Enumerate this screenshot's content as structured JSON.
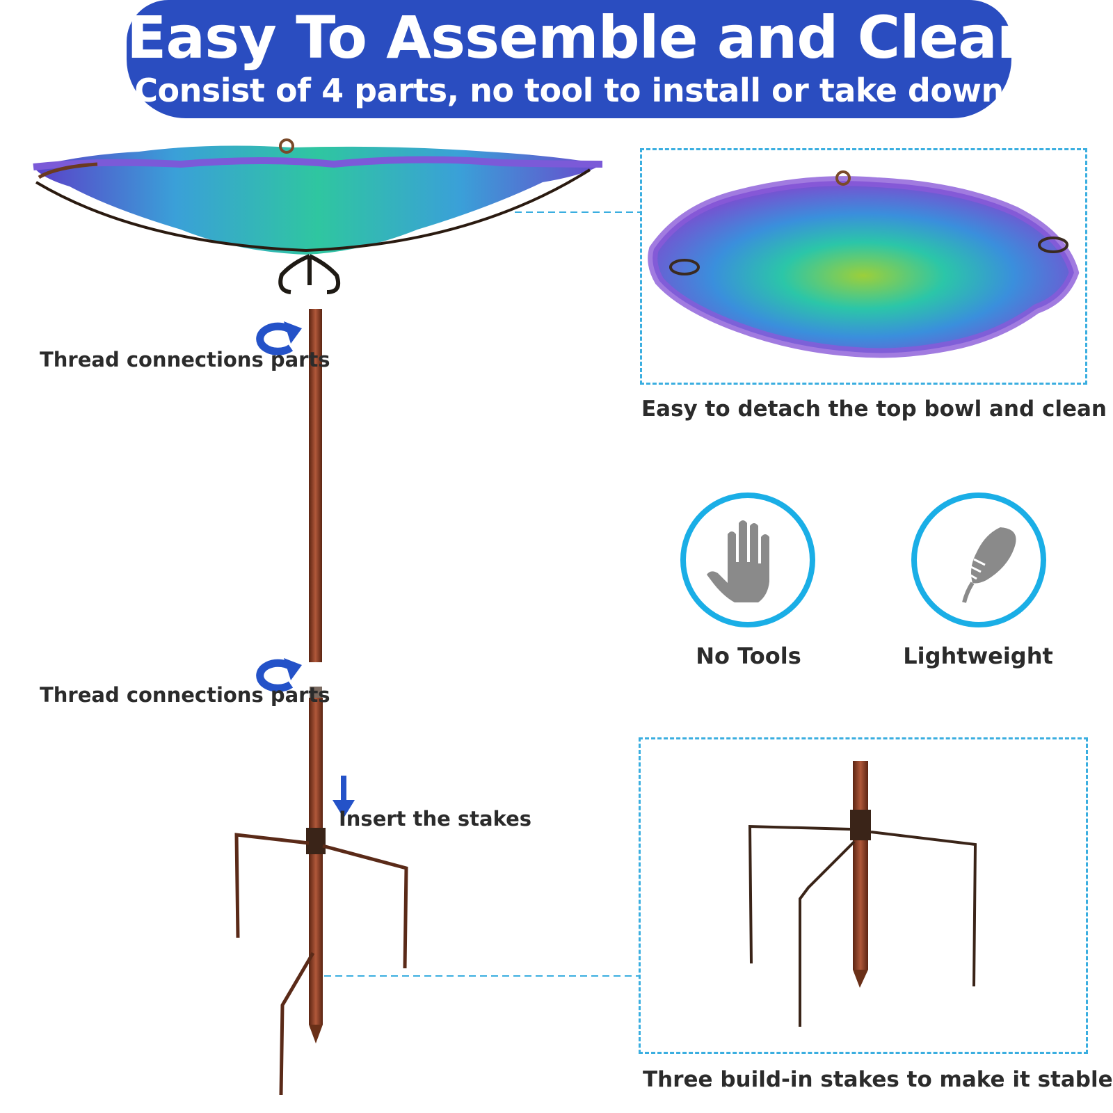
{
  "banner": {
    "title": "Easy To Assemble and Clean",
    "subtitle": "Consist of 4 parts, no tool to install or take down"
  },
  "labels": {
    "thread_upper": "Thread connections parts",
    "thread_lower": "Thread connections parts",
    "insert": "Insert the stakes"
  },
  "captions": {
    "bowl": "Easy to detach the top bowl and clean it",
    "stakes": "Three build-in stakes to make it stable"
  },
  "features": [
    {
      "label": "No Tools",
      "icon": "hand-icon"
    },
    {
      "label": "Lightweight",
      "icon": "feather-icon"
    }
  ],
  "colors": {
    "banner": "#2a4dc0",
    "accent": "#1aaee6",
    "dashed": "#3aaee0",
    "copper": "#8a3f22",
    "arrow": "#2452c8",
    "icon_gray": "#8a8a8a"
  }
}
